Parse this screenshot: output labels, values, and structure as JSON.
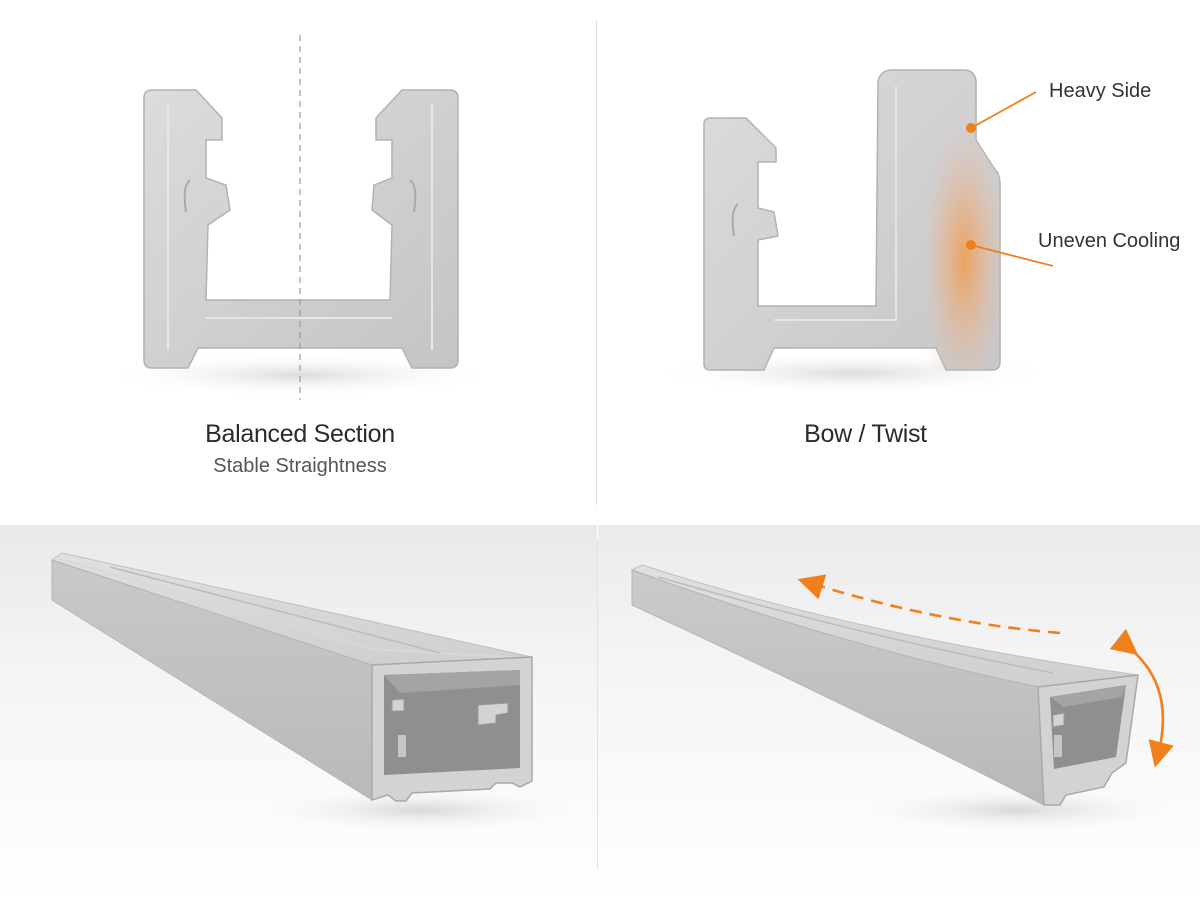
{
  "panels": {
    "balanced": {
      "title": "Balanced Section",
      "subtitle": "Stable Straightness"
    },
    "unbalanced": {
      "title": "Bow / Twist",
      "callouts": [
        "Heavy Side",
        "Uneven Cooling"
      ]
    }
  },
  "colors": {
    "profile_gray": "#c9c9cb",
    "accent_orange": "#f07f1c",
    "text_dark": "#2b2b2b"
  }
}
